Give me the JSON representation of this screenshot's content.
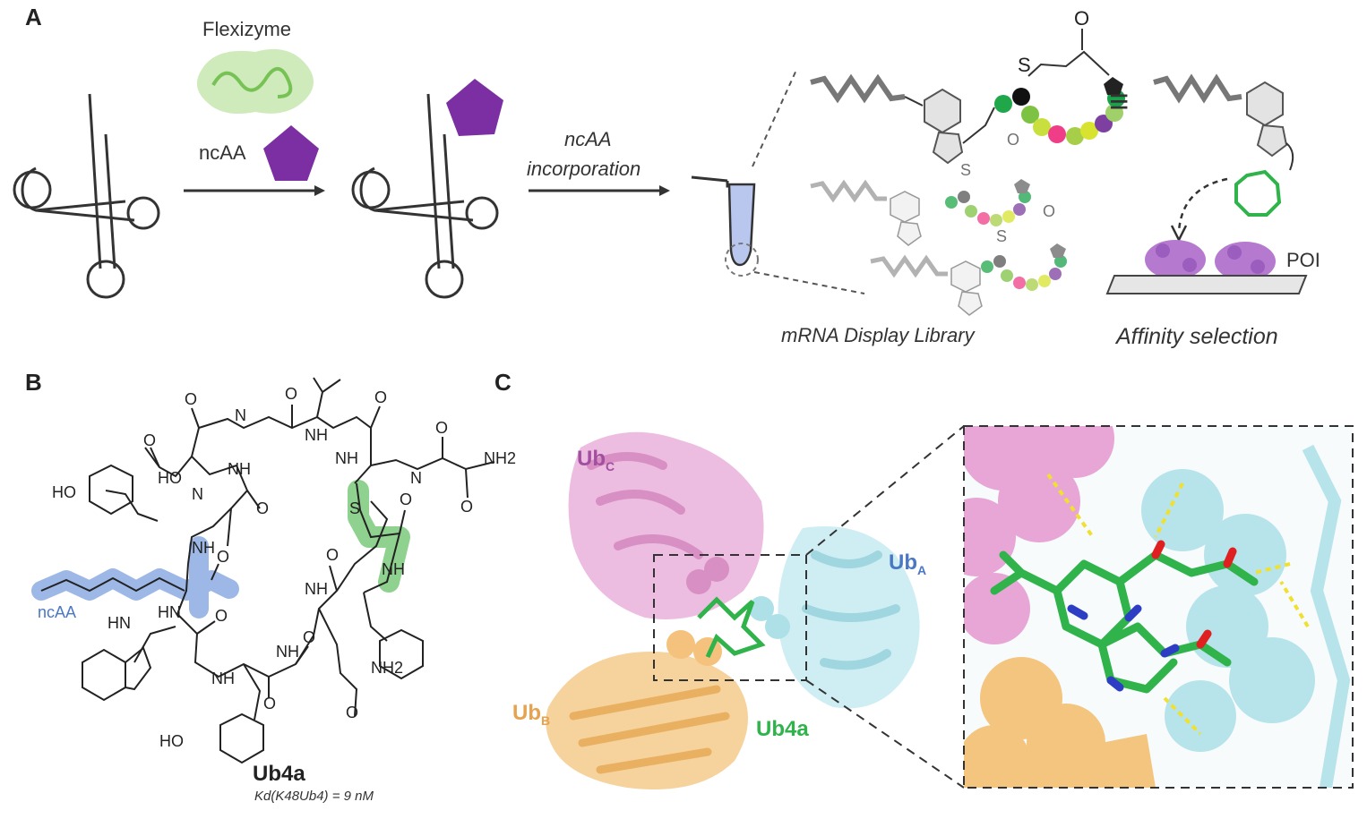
{
  "panel_a": {
    "letter": "A",
    "flexizyme_label": "Flexizyme",
    "ncaa_label": "ncAA",
    "step_line1": "ncAA",
    "step_line2": "incorporation",
    "library_label": "mRNA Display Library",
    "selection_label": "Affinity selection",
    "poi_label": "POI",
    "equiv_symbol": "≡",
    "sulfur": "S",
    "oxygen": "O"
  },
  "panel_b": {
    "letter": "B",
    "ncaa_tag": "ncAA",
    "compound_name": "Ub4a",
    "kd_text": "Kd(K48Ub4) = 9 nM",
    "atoms": {
      "o": "O",
      "n": "N",
      "s": "S",
      "nh": "NH",
      "hn": "HN",
      "ho": "HO",
      "nh2": "NH2",
      "hoh": "HO"
    }
  },
  "panel_c": {
    "letter": "C",
    "ub_c": "Ub",
    "ub_c_sub": "C",
    "ub_a": "Ub",
    "ub_a_sub": "A",
    "ub_b": "Ub",
    "ub_b_sub": "B",
    "ligand": "Ub4a"
  },
  "colors": {
    "ncaa_purple": "#7b2fa2",
    "ncaa_blue": "#4a78c4",
    "ncaa_highlight": "#9db8e6",
    "cys_highlight": "#8fd18f",
    "ubc_pink": "#e9a9d6",
    "uba_cyan": "#aee0e8",
    "ubb_orange": "#f4c27c",
    "ligand_green": "#2fb34a",
    "flexizyme_green": "#8ed26e",
    "tube_blue": "#b9c6ee"
  }
}
